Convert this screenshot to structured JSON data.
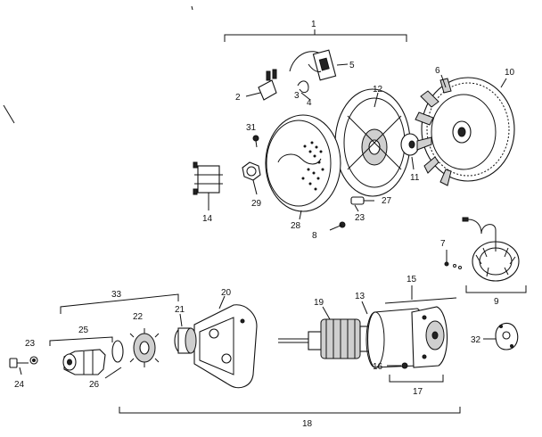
{
  "labels": {
    "l1": "1",
    "l2": "2",
    "l3": "3",
    "l4": "4",
    "l5": "5",
    "l6": "6",
    "l7": "7",
    "l8": "8",
    "l9": "9",
    "l10": "10",
    "l11": "11",
    "l12": "12",
    "l13": "13",
    "l14": "14",
    "l15": "15",
    "l16": "16",
    "l17": "17",
    "l18": "18",
    "l19": "19",
    "l20": "20",
    "l21": "21",
    "l22": "22",
    "l23a": "23",
    "l23b": "23",
    "l24": "24",
    "l25": "25",
    "l26": "26",
    "l27": "27",
    "l28": "28",
    "l29": "29",
    "l31": "31",
    "l32": "32",
    "l33": "33"
  },
  "colors": {
    "ink": "#111111",
    "paper": "#ffffff",
    "shade": "#cfcfcf"
  }
}
